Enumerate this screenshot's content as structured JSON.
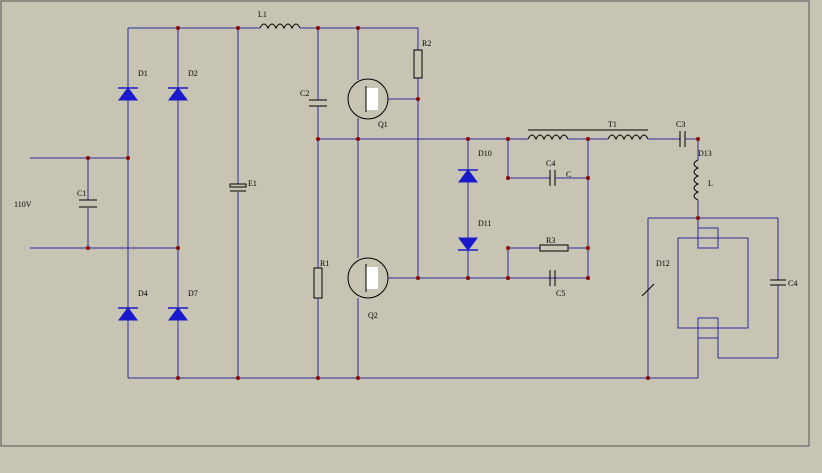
{
  "colors": {
    "background": "#c8c4b4",
    "wire": "#2b2b9a",
    "node": "#8b0000",
    "diode": "#1a1acc"
  },
  "labels": {
    "input_voltage": "110V",
    "l1": "L1",
    "c1": "C1",
    "d1": "D1",
    "d2": "D2",
    "d4": "D4",
    "d7": "D7",
    "e1": "E1",
    "c2": "C2",
    "r2": "R2",
    "q1": "Q1",
    "r1": "R1",
    "q2": "Q2",
    "d10": "D10",
    "d11": "D11",
    "c4_top": "C4",
    "c_label": "C",
    "r3": "R3",
    "c5": "C5",
    "t1": "T1",
    "c3": "C3",
    "d13": "D13",
    "l": "L",
    "d12": "D12",
    "c4_right": "C4"
  }
}
